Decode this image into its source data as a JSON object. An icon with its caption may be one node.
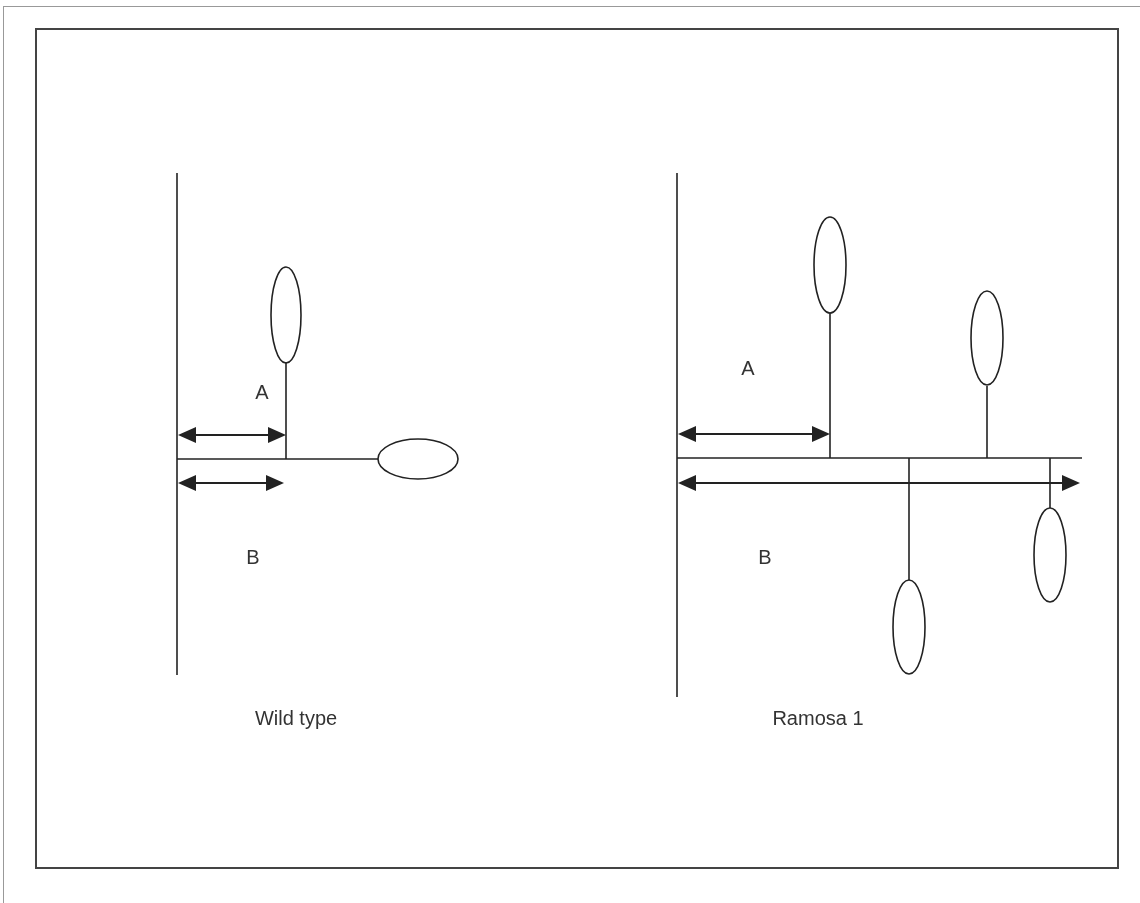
{
  "diagram": {
    "labels": [
      "A",
      "A",
      "B",
      "B",
      "Wild type",
      "Ramosa 1"
    ]
  }
}
